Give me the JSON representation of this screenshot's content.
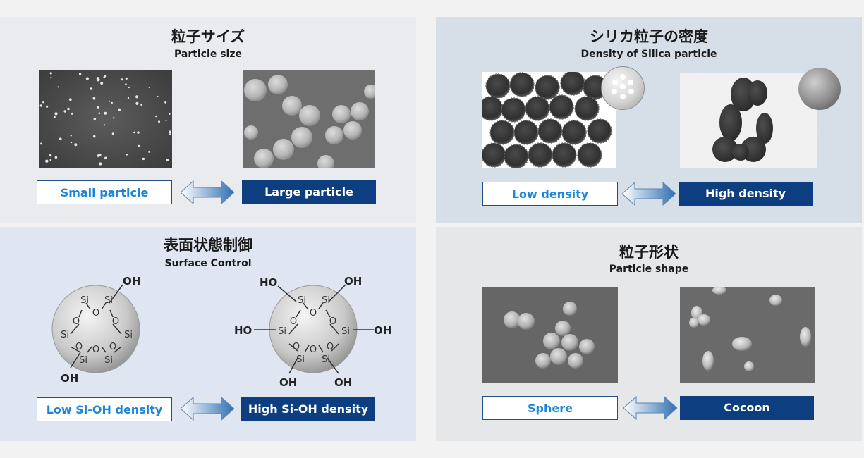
{
  "panels": {
    "particle_size": {
      "title_jp": "粒子サイズ",
      "title_en": "Particle size",
      "left_label": "Small particle",
      "right_label": "Large particle",
      "icons": [
        "small-particle-sem-image",
        "large-particle-sem-image",
        "double-arrow-icon"
      ]
    },
    "density": {
      "title_jp": "シリカ粒子の密度",
      "title_en": "Density of Silica particle",
      "left_label": "Low density",
      "right_label": "High density",
      "icons": [
        "low-density-tem-image",
        "high-density-tem-image",
        "porous-sphere-icon",
        "solid-sphere-icon",
        "double-arrow-icon"
      ]
    },
    "surface": {
      "title_jp": "表面状態制御",
      "title_en": "Surface Control",
      "left_label": "Low Si-OH density",
      "right_label": "High Si-OH density",
      "structure_labels": {
        "oh": "OH",
        "ho": "HO",
        "si": "Si",
        "o": "O"
      },
      "icons": [
        "low-silanol-structure",
        "high-silanol-structure",
        "double-arrow-icon"
      ]
    },
    "shape": {
      "title_jp": "粒子形状",
      "title_en": "Particle shape",
      "left_label": "Sphere",
      "right_label": "Cocoon",
      "icons": [
        "sphere-sem-image",
        "cocoon-sem-image",
        "double-arrow-icon"
      ]
    }
  },
  "colors": {
    "dark_box": "#0d3f80",
    "light_text": "#1e86d8",
    "panel_tl": "#e9ebee",
    "panel_tr": "#d6dfe7",
    "panel_bl": "#dfe5f1",
    "panel_br": "#e6e7e9"
  }
}
